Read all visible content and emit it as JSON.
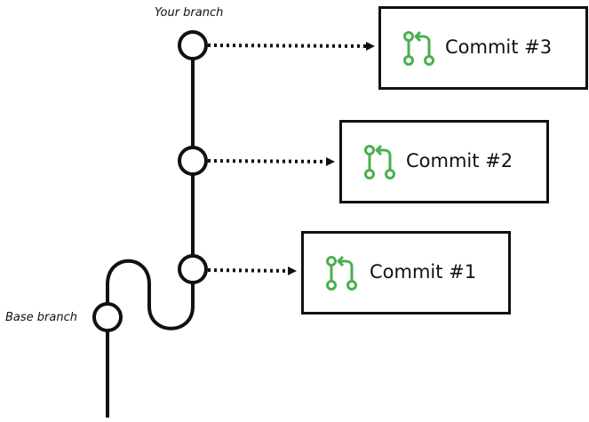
{
  "labels": {
    "your_branch": "Your branch",
    "base_branch": "Base branch"
  },
  "commits": [
    {
      "label": "Commit #3",
      "icon": "pull-request-icon"
    },
    {
      "label": "Commit #2",
      "icon": "pull-request-icon"
    },
    {
      "label": "Commit #1",
      "icon": "pull-request-icon"
    }
  ],
  "colors": {
    "line": "#111111",
    "icon": "#4caf50"
  }
}
